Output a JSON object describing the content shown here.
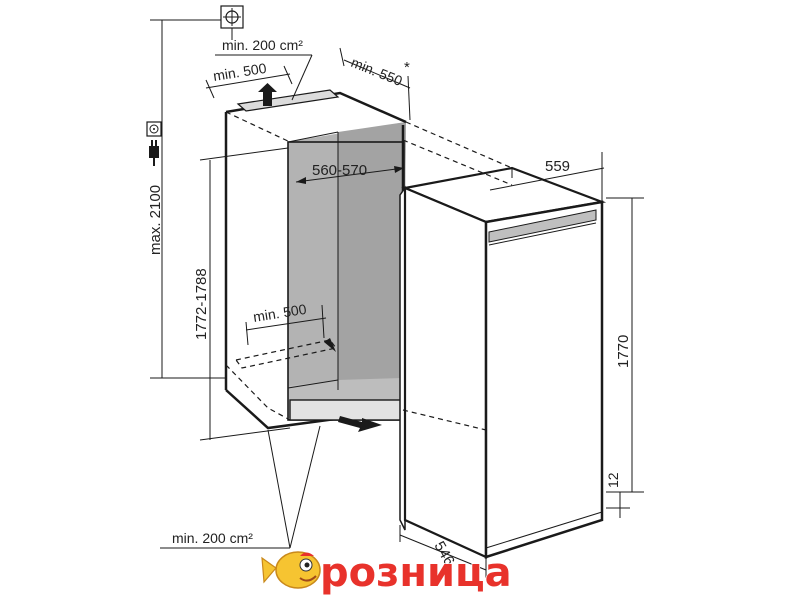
{
  "labels": {
    "top_vent_area": "min. 200 cm²",
    "top_vent_depth": "min. 500",
    "niche_depth": "min. 550",
    "niche_depth_asterisk": "*",
    "niche_width": "560-570",
    "max_height": "max. 2100",
    "niche_height": "1772-1788",
    "bottom_vent_depth": "min. 500",
    "bottom_vent_area": "min. 200 cm²",
    "appliance_width": "559",
    "appliance_height": "1770",
    "appliance_depth": "546",
    "plinth_gap": "12"
  },
  "logo": {
    "text": "розница"
  },
  "colors": {
    "niche_gray": "#b3b3b3",
    "niche_inner": "#a9a9a9",
    "logo_red": "#e8322b",
    "logo_yellow": "#f6c431"
  },
  "icons": {
    "top_symbol": "crosshair-circle-icon",
    "socket": "power-socket-icon",
    "plug": "power-plug-icon",
    "airflow_up": "arrow-up-icon",
    "airflow_in": "arrow-right-icon"
  }
}
